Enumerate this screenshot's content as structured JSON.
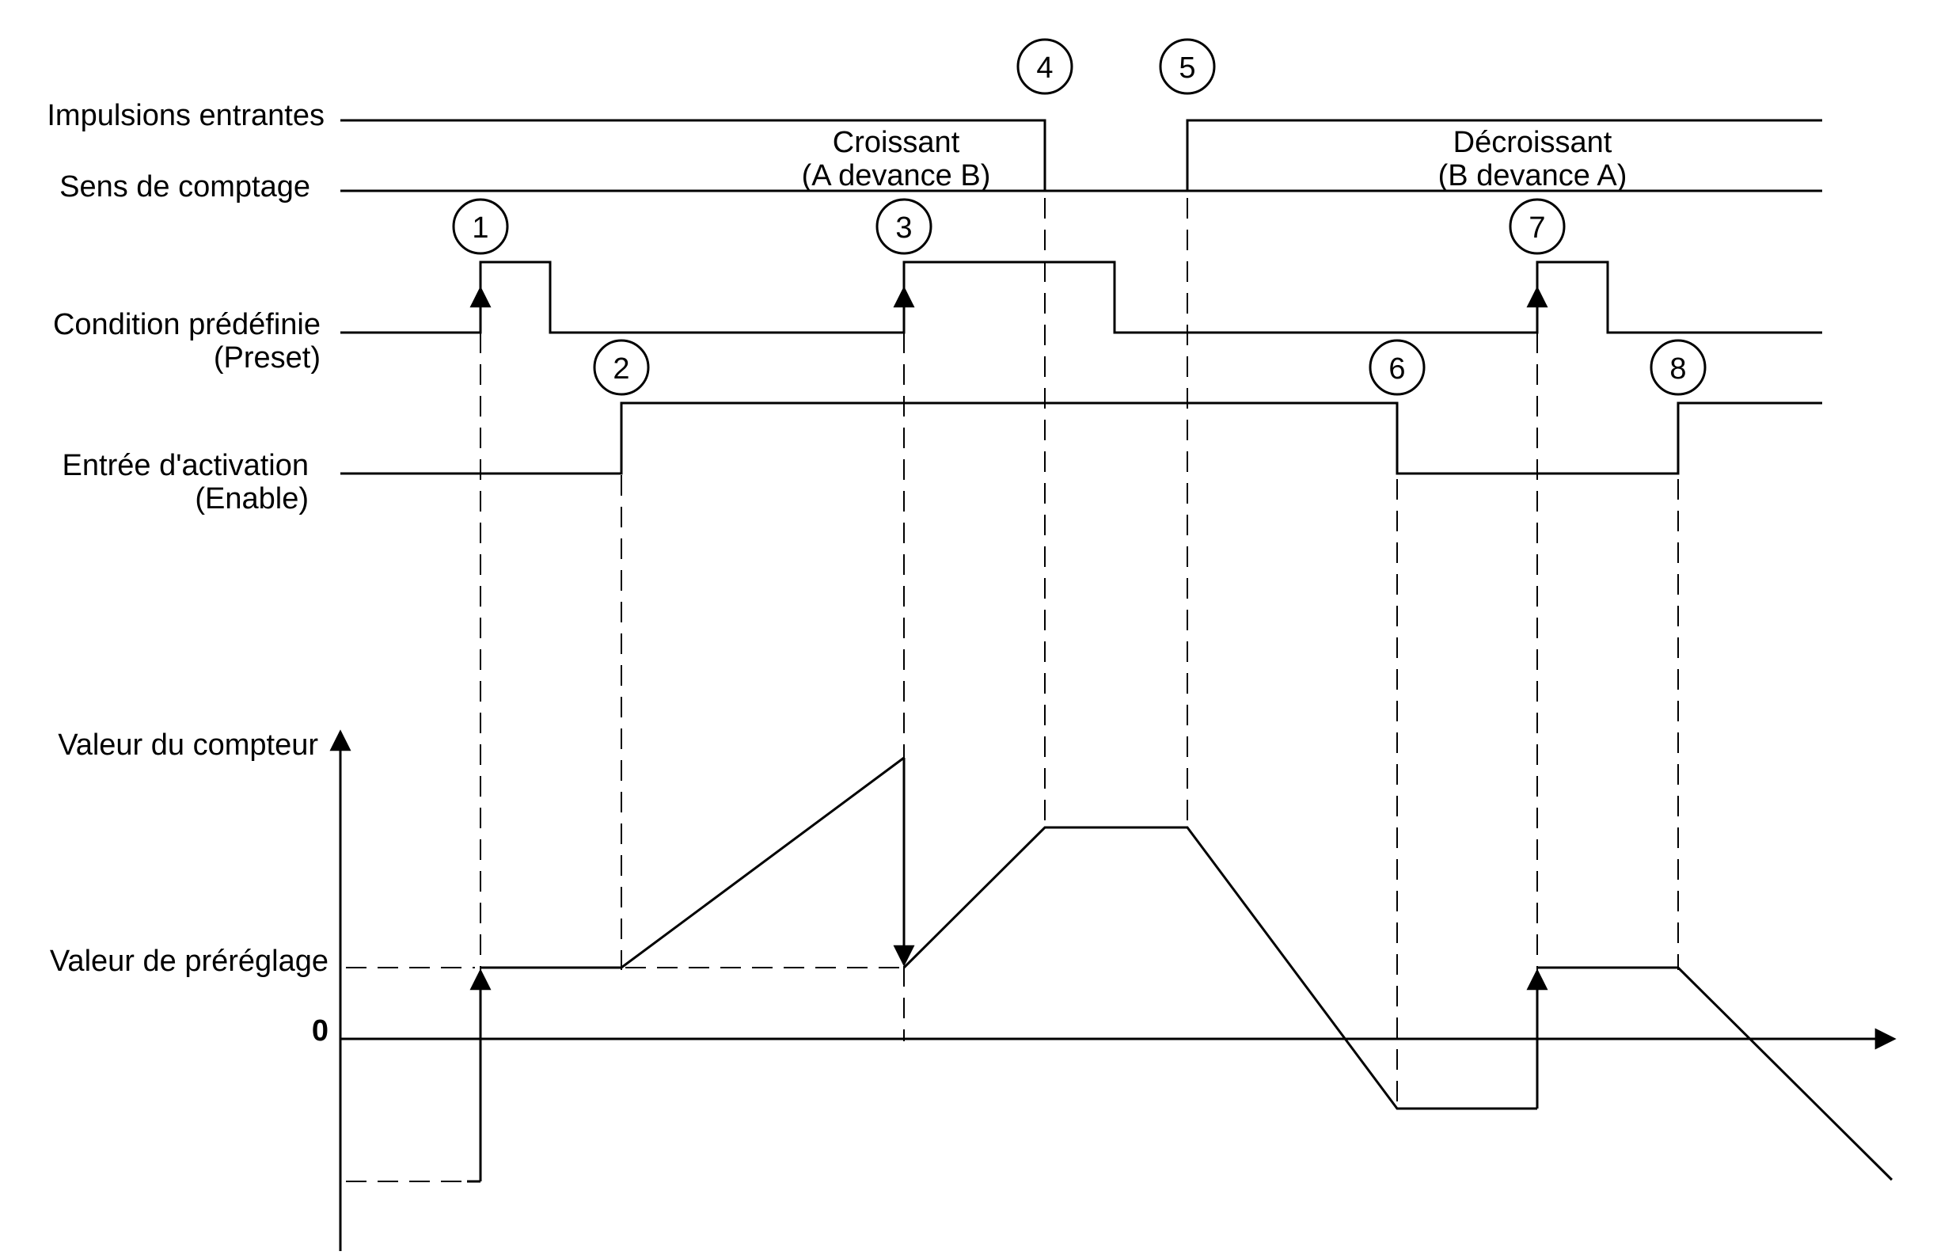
{
  "labels": {
    "incoming_pulses": "Impulsions entrantes",
    "count_direction": "Sens de comptage",
    "preset_condition_line1": "Condition prédéfinie",
    "preset_condition_line2": "(Preset)",
    "enable_input_line1": "Entrée d'activation",
    "enable_input_line2": "(Enable)",
    "counter_value": "Valeur du compteur",
    "preset_value": "Valeur de préréglage",
    "zero": "0"
  },
  "direction": {
    "increasing_line1": "Croissant",
    "increasing_line2": "(A devance B)",
    "decreasing_line1": "Décroissant",
    "decreasing_line2": "(B devance A)"
  },
  "markers": [
    "1",
    "2",
    "3",
    "4",
    "5",
    "6",
    "7",
    "8"
  ]
}
